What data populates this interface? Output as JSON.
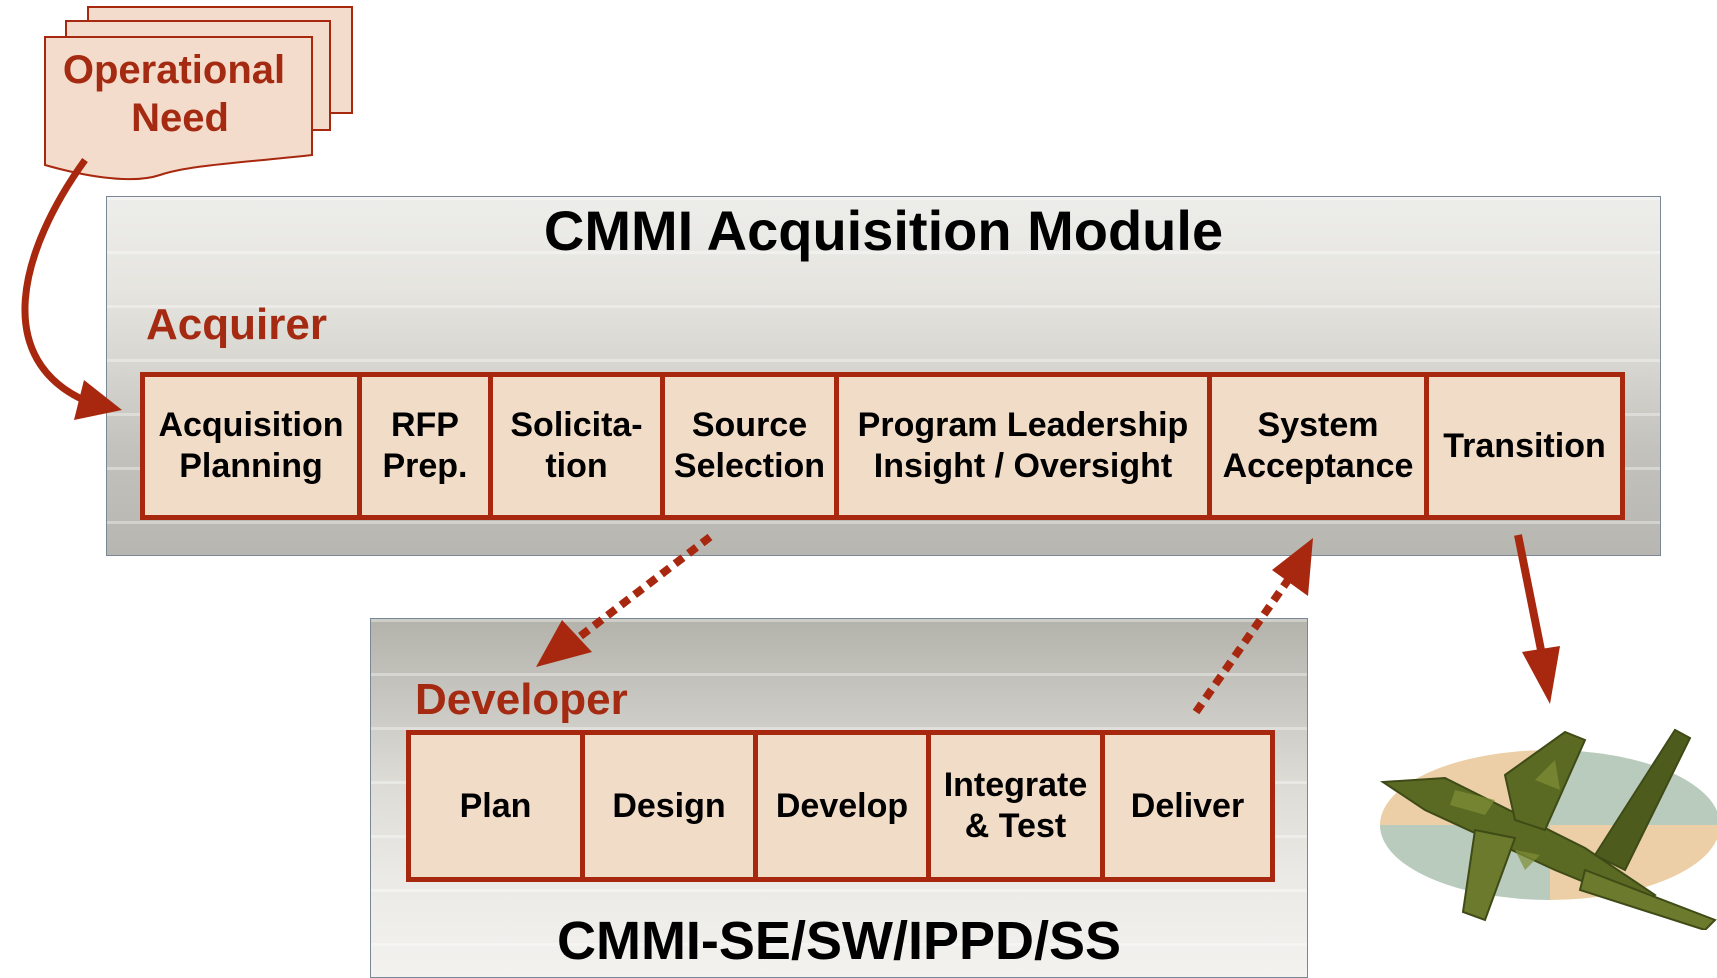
{
  "operational_need": {
    "line1": "Operational",
    "line2": "Need"
  },
  "acquisition_module": {
    "title": "CMMI Acquisition Module",
    "role": "Acquirer",
    "steps": [
      "Acquisition\nPlanning",
      "RFP\nPrep.",
      "Solicita-\ntion",
      "Source\nSelection",
      "Program Leadership\nInsight / Oversight",
      "System\nAcceptance",
      "Transition"
    ]
  },
  "developer_module": {
    "role": "Developer",
    "steps": [
      "Plan",
      "Design",
      "Develop",
      "Integrate\n& Test",
      "Deliver"
    ],
    "title": "CMMI-SE/SW/IPPD/SS"
  },
  "colors": {
    "accent_red": "#a8280f",
    "label_red": "#a52a12",
    "step_fill": "#f1dcc8",
    "doc_fill": "#f3dccb"
  },
  "icons": {
    "delivered_system": "fighter-jet-icon"
  }
}
